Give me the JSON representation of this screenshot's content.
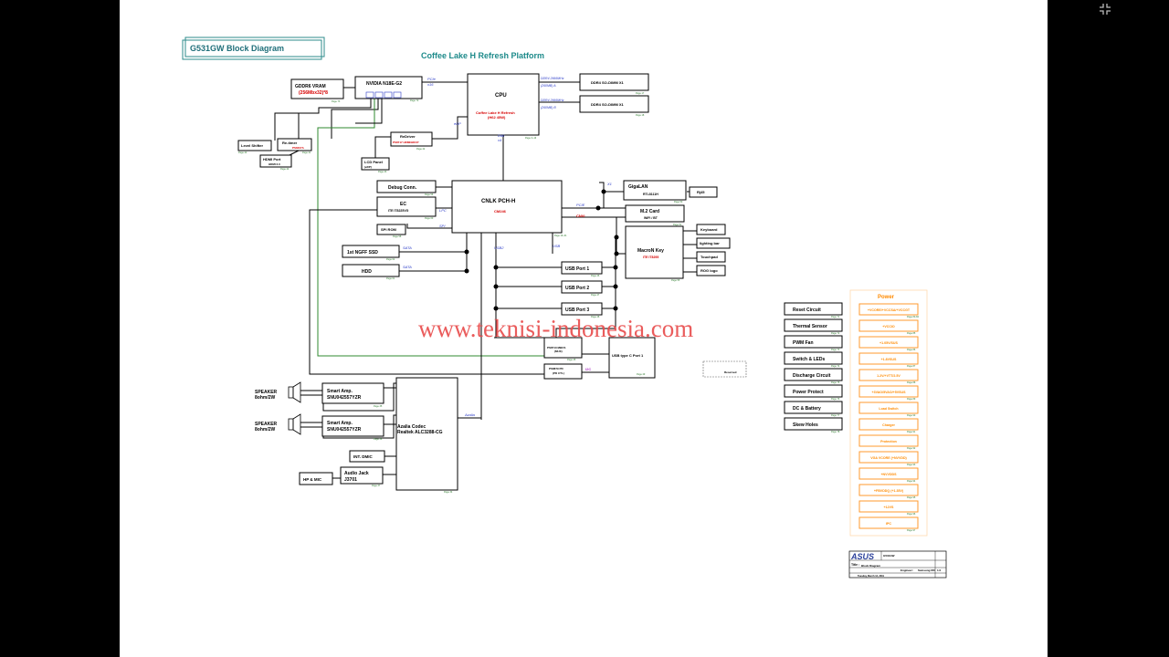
{
  "viewer": {
    "fullscreen_icon": "fullscreen-exit-icon"
  },
  "diagram": {
    "title": "G531GW Block Diagram",
    "platform": "Coffee Lake H Refresh Platform",
    "watermark": "www.teknisi-indonesia.com",
    "gpu": {
      "label": "NVIDIA N18E-G2",
      "page": "Page 70"
    },
    "vram": {
      "label": "GDDR6 VRAM",
      "sub": "(256Mbx32)*8",
      "page": "Page 73"
    },
    "cpu": {
      "label": "CPU",
      "sub1": "Coffee Lake H Refresh",
      "sub2": "(H62 45W)",
      "page": "Page 3~16"
    },
    "ddr1": {
      "label": "DDR4 SO-DIMM X1",
      "bus": "DDR4 2666MHz",
      "bus2": "(260MB) A",
      "page": "Page 17"
    },
    "ddr2": {
      "label": "DDR4 SO-DIMM X1",
      "bus": "DDR4 2666MHz",
      "bus2": "(260MB) B",
      "page": "Page 18"
    },
    "redriver": {
      "label": "ReDriver",
      "sub": "PS8717 HDMI/HDCP",
      "page": "Page 42"
    },
    "lcd": {
      "label": "LCD Panel",
      "sub": "(eDP)",
      "page": "Page 43"
    },
    "level_shifter": {
      "label": "Level Shifter",
      "page": "Page 40"
    },
    "retimer": {
      "label": "Re-timer",
      "sub": "PS8407A",
      "page": "Page 41"
    },
    "hdmi": {
      "label": "HDMI Port",
      "sub": "HDMI 2.0",
      "page": "Page 44"
    },
    "pch": {
      "label": "CNLK PCH-H",
      "sub": "CM246",
      "page": "Page 19~31"
    },
    "debug": {
      "label": "Debug Conn.",
      "page": "Page 56"
    },
    "ec": {
      "label": "EC",
      "sub": "ITE IT8225VG",
      "page": "Page 60"
    },
    "spi": {
      "label": "SPI ROM",
      "page": "Page 58"
    },
    "ssd": {
      "label": "1st NGFF SSD",
      "page": "Page 62"
    },
    "hdd": {
      "label": "HDD",
      "page": "Page 61"
    },
    "gigalan": {
      "label": "GigaLAN",
      "sub": "RTL8111H",
      "page": "Page 50"
    },
    "rj45": {
      "label": "Rj45"
    },
    "m2card": {
      "label": "M.2 Card",
      "sub": "WiFi / BT",
      "page": "Page 51"
    },
    "macro": {
      "label": "MacroN Key",
      "sub": "ITE IT8295",
      "page": "Page 55"
    },
    "keyboard": {
      "label": "Keyboard"
    },
    "lightbar": {
      "label": "lighting bar"
    },
    "touchpad": {
      "label": "Touchpad"
    },
    "rog_logo": {
      "label": "ROG logo"
    },
    "usb1": {
      "label": "USB Port 1",
      "page": "Page 46"
    },
    "usb2": {
      "label": "USB Port 2",
      "page": "Page 47"
    },
    "usb3": {
      "label": "USB Port 3",
      "page": "Page 48"
    },
    "usbc_mux": {
      "label": "PS8713 MBUS",
      "sub": "(MUX)",
      "page": "Page 45"
    },
    "usbc_pd": {
      "label": "PS8879 PD",
      "sub": "(PD CTL)"
    },
    "usbc": {
      "label": "USB type C Port 1",
      "page": "Page 49"
    },
    "speaker1": {
      "label": "SPEAKER",
      "sub": "8ohm/2W"
    },
    "speaker2": {
      "label": "SPEAKER",
      "sub": "8ohm/2W"
    },
    "amp1": {
      "label": "Smart Amp.",
      "sub": "SNU042557YZR",
      "page": "Page 35"
    },
    "amp2": {
      "label": "Smart Amp.",
      "sub": "SNU042557YZR",
      "page": "Page 36"
    },
    "codec": {
      "label": "Azalia Codec",
      "sub": "Realtek ALC3288-CG",
      "page": "Page 34"
    },
    "dmic": {
      "label": "INT. DMIC"
    },
    "hpmic": {
      "label": "HP & MIC"
    },
    "audiojack": {
      "label": "Audio Jack",
      "sub": "J3701",
      "page": "Page 37"
    },
    "bus_labels": {
      "pcie": "PCIe",
      "x16": "x16",
      "edp": "eDP",
      "dmi": "DMI",
      "x4": "x4",
      "usb": "USB",
      "usb2": "USB2",
      "sata": "SATA",
      "pcie2": "PCIE",
      "lpc": "LPC",
      "spi": "SPI",
      "azalia": "Azalia",
      "x1": "X1",
      "cnvi": "CNVi",
      "i2c": "I2C"
    },
    "side_blocks": [
      {
        "label": "Reset Circuit",
        "page": "Page 71"
      },
      {
        "label": "Thermal Sensor",
        "page": "Page 72"
      },
      {
        "label": "PWM Fan",
        "page": "Page 73"
      },
      {
        "label": "Switch & LEDs",
        "page": "Page 74"
      },
      {
        "label": "Discharge Circuit",
        "page": "Page 75"
      },
      {
        "label": "Power Protect",
        "page": "Page 76"
      },
      {
        "label": "DC & Battery",
        "page": "Page 77"
      },
      {
        "label": "Skew Holes",
        "page": "Page 78"
      }
    ],
    "power": {
      "title": "Power",
      "items": [
        {
          "label": "+VCORE/+VCCSA/+VCCGT",
          "page": "Page 80-84"
        },
        {
          "label": "+VCCIO",
          "page": "Page 85"
        },
        {
          "label": "+1.05V/SUS",
          "page": "Page 86"
        },
        {
          "label": "+1.8VSUS",
          "page": "Page 87"
        },
        {
          "label": "1.2V/+VTT/2.5V",
          "page": "Page 88"
        },
        {
          "label": "+3VAO/5VAO/+5VSUS",
          "page": "Page 89"
        },
        {
          "label": "Load Switch",
          "page": "Page 90"
        },
        {
          "label": "Charger",
          "page": "Page 91"
        },
        {
          "label": "Protection",
          "page": "Page 92"
        },
        {
          "label": "VGA VCORE (+NVVDD)",
          "page": "Page 93"
        },
        {
          "label": "+NVVDDS",
          "page": "Page 94"
        },
        {
          "label": "+FBVDDQ (+1.35V)",
          "page": "Page 95"
        },
        {
          "label": "+12VS",
          "page": "Page 96"
        },
        {
          "label": "IPC",
          "page": "Page 97"
        }
      ]
    },
    "reserved": "Reserved",
    "title_block": {
      "logo": "ASUS",
      "title_label": "Title :",
      "title_value": "Block Diagram",
      "model": "G531GW",
      "engineer_label": "Engineer:",
      "engineer": "Samsung RD",
      "rev": "1.0",
      "date": "Tuesday, March 12, 2019"
    }
  }
}
